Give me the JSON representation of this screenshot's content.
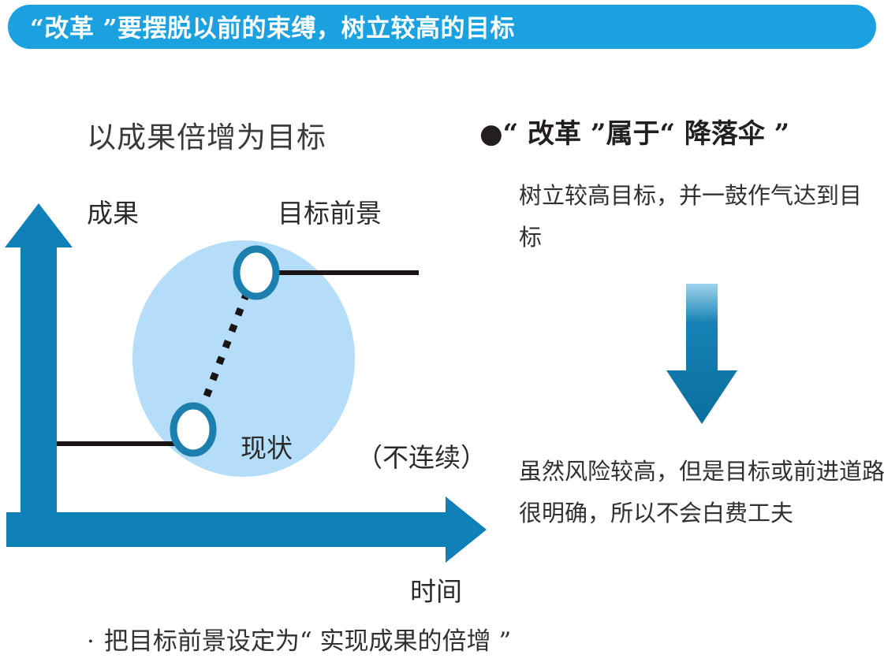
{
  "title": {
    "text": "“改革 ”要摆脱以前的束缚，树立较高的目标",
    "background_color": "#1ba0e0",
    "text_color": "#ffffff"
  },
  "left_panel": {
    "heading": "以成果倍增为目标",
    "axis": {
      "y_label": "成果",
      "x_label": "时间",
      "arrow_color": "#0f80b8"
    },
    "labels": {
      "goal_vision": "目标前景",
      "current_state": "现状",
      "discontinuous": "（不连续）"
    },
    "shapes": {
      "ellipse_color": "#b3ddf8",
      "ring_color": "#1c7fae",
      "ring_fill": "#ffffff",
      "connector_color": "#1a1414"
    }
  },
  "right_panel": {
    "heading": "●“ 改革 ”属于“ 降落伞 ”",
    "paragraph_1": "树立较高目标，并一鼓作气达到目标",
    "paragraph_2": "虽然风险较高，但是目标或前进道路很明确，所以不会白费工夫",
    "arrow": {
      "name": "down-arrow",
      "color_top": "#9fd3ea",
      "color_bottom": "#0a6f9e"
    }
  },
  "footer": {
    "bullet_marker": "·",
    "bullet_text": "把目标前景设定为“ 实现成果的倍增 ”"
  }
}
